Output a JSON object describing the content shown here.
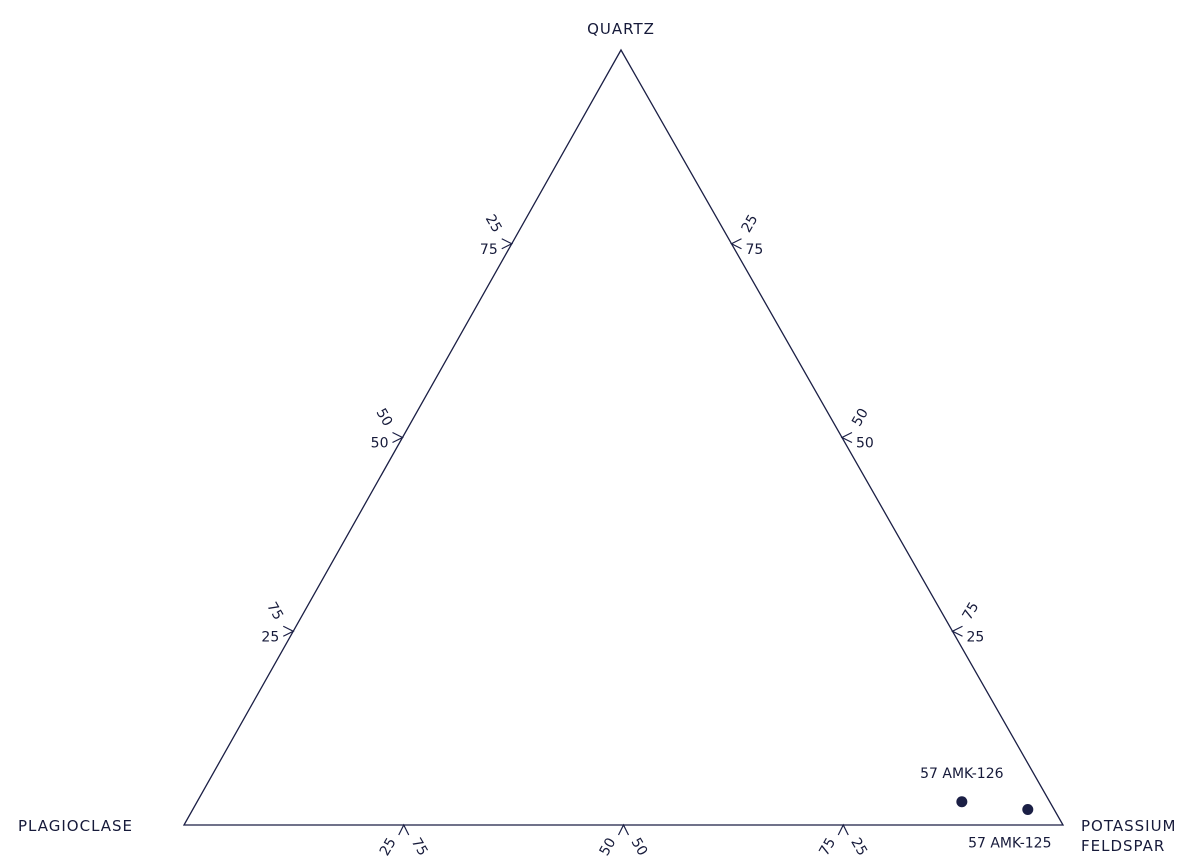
{
  "colors": {
    "ink": "#1b1f45",
    "background": "#ffffff"
  },
  "chart_data": {
    "type": "scatter",
    "subtype": "ternary",
    "title": "",
    "vertices": {
      "top": "QUARTZ",
      "left": "PLAGIOCLASE",
      "right_line1": "POTASSIUM",
      "right_line2": "FELDSPAR"
    },
    "tick_values": [
      25,
      50,
      75
    ],
    "ticks": {
      "left_edge": [
        {
          "q": 75,
          "p": 25
        },
        {
          "q": 50,
          "p": 50
        },
        {
          "q": 25,
          "p": 75
        }
      ],
      "right_edge": [
        {
          "q": 75,
          "k": 25
        },
        {
          "q": 50,
          "k": 50
        },
        {
          "q": 25,
          "k": 75
        }
      ],
      "bottom_edge": [
        {
          "p": 75,
          "k": 25
        },
        {
          "p": 50,
          "k": 50
        },
        {
          "p": 25,
          "k": 75
        }
      ]
    },
    "points": [
      {
        "label": "57 AMK-126",
        "quartz": 3,
        "plagioclase": 10,
        "potassium_feldspar": 87
      },
      {
        "label": "57 AMK-125",
        "quartz": 2,
        "plagioclase": 3,
        "potassium_feldspar": 95
      }
    ]
  }
}
